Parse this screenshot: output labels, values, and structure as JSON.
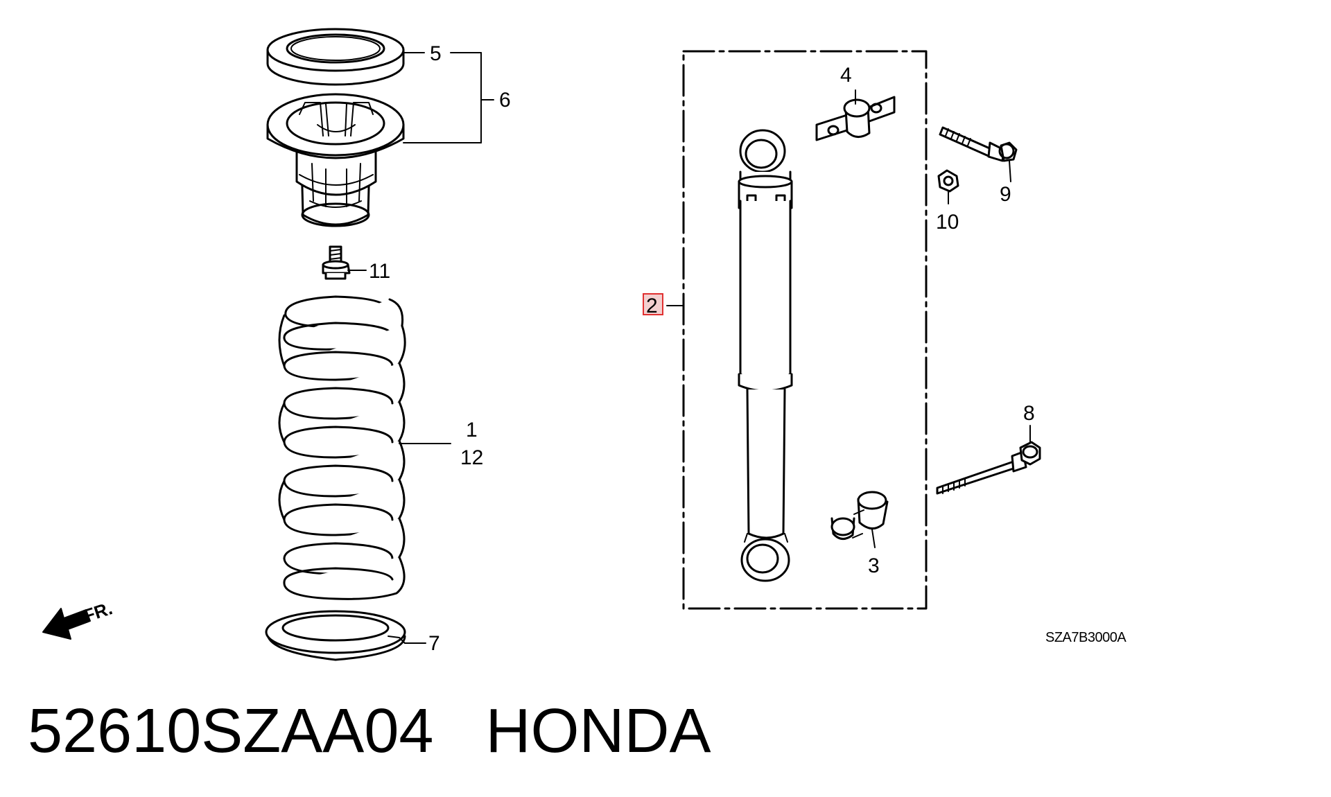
{
  "diagram": {
    "callouts": {
      "c1": "1",
      "c2": "2",
      "c3": "3",
      "c4": "4",
      "c5": "5",
      "c6": "6",
      "c7": "7",
      "c8": "8",
      "c9": "9",
      "c10": "10",
      "c11": "11",
      "c12": "12"
    },
    "direction_label": "FR.",
    "diagram_code": "SZA7B3000A",
    "highlight_color": "#e03030"
  },
  "footer": {
    "part_number": "52610SZAA04",
    "brand": "HONDA"
  }
}
